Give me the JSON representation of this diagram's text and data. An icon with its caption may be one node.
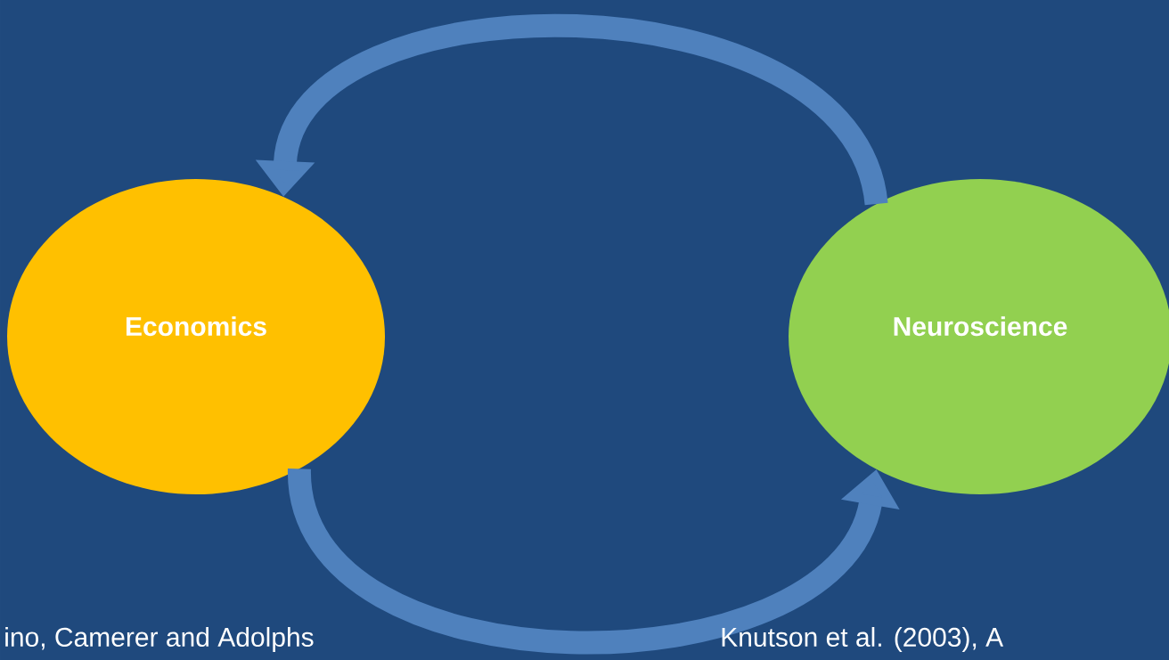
{
  "diagram": {
    "nodes": [
      {
        "text": [
          "Economics"
        ]
      },
      {
        "text": [
          "Neuroscience"
        ]
      }
    ],
    "edges": [
      {
        "from": 1,
        "to": 0,
        "arrow": "to"
      },
      {
        "from": 0,
        "to": 1,
        "arrow": "to"
      }
    ],
    "labels": [
      "ino, Camerer and Adolphs",
      "Knutson et al. (2003), A"
    ]
  }
}
